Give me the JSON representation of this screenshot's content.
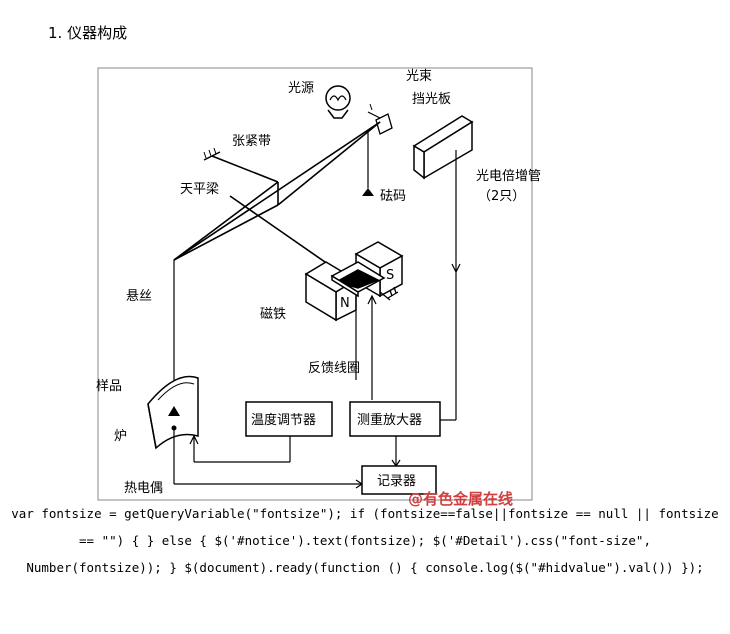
{
  "heading": "1. 仪器构成",
  "labels": {
    "light_source": "光源",
    "light_beam": "光束",
    "shutter": "挡光板",
    "tension_band": "张紧带",
    "balance_beam": "天平梁",
    "weight": "砝码",
    "photomultiplier": "光电倍增管",
    "photomultiplier_count": "（2只）",
    "suspension_wire": "悬丝",
    "magnet": "磁铁",
    "magnet_n": "N",
    "magnet_s": "S",
    "feedback_coil": "反馈线圈",
    "sample": "样品",
    "furnace": "炉",
    "temp_regulator": "温度调节器",
    "amplifier": "测重放大器",
    "thermocouple": "热电偶",
    "recorder": "记录器"
  },
  "watermark": "@有色金属在线",
  "code_text": "var fontsize = getQueryVariable(\"fontsize\"); if (fontsize==false||fontsize == null || fontsize == \"\") { } else { $('#notice').text(fontsize); $('#Detail').css(\"font-size\", Number(fontsize)); } $(document).ready(function () { console.log($(\"#hidvalue\").val()) });"
}
